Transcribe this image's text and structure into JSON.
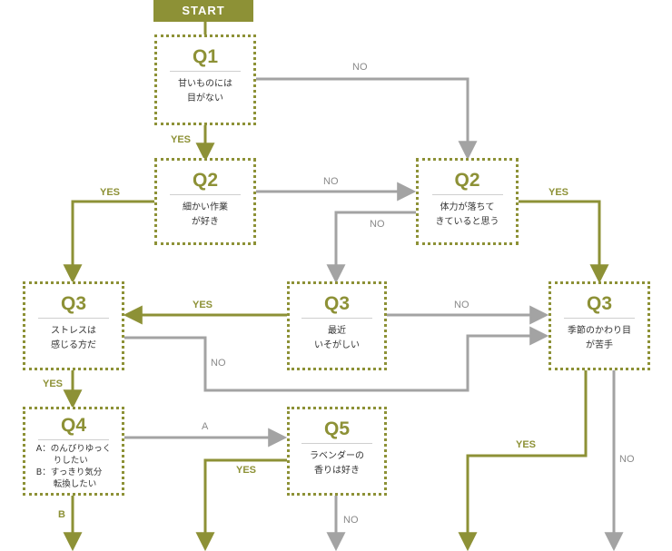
{
  "start": "START",
  "colors": {
    "yes": "#8d9136",
    "no": "#a3a3a3"
  },
  "nodes": {
    "q1": {
      "label": "Q1",
      "text": "甘いものには\n目がない"
    },
    "q2a": {
      "label": "Q2",
      "text": "細かい作業\nが好き"
    },
    "q2b": {
      "label": "Q2",
      "text": "体力が落ちて\nきていると思う"
    },
    "q3a": {
      "label": "Q3",
      "text": "ストレスは\n感じる方だ"
    },
    "q3b": {
      "label": "Q3",
      "text": "最近\nいそがしい"
    },
    "q3c": {
      "label": "Q3",
      "text": "季節のかわり目\nが苦手"
    },
    "q4": {
      "label": "Q4",
      "text": "A：のんびりゆっく\n　　りしたい\nB：すっきり気分\n　　転換したい"
    },
    "q5": {
      "label": "Q5",
      "text": "ラベンダーの\n香りは好き"
    }
  },
  "edge_labels": {
    "yes": "YES",
    "no": "NO",
    "a": "A",
    "b": "B"
  }
}
